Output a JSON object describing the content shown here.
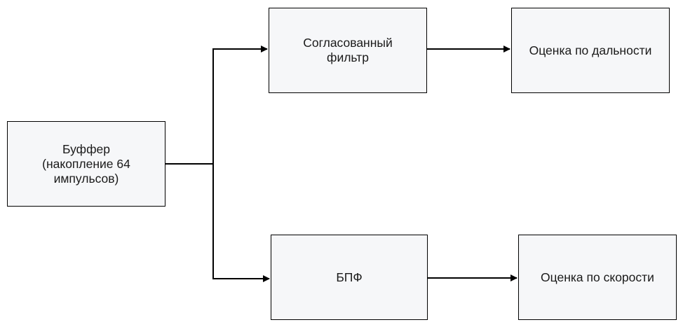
{
  "diagram": {
    "colors": {
      "node_fill": "#f6f7f9",
      "node_border": "#000000",
      "edge": "#000000",
      "text": "#1a1a1a"
    },
    "nodes": {
      "buffer": "Буффер\n(накопление 64\nимпульсов)",
      "matched_filter": "Согласованный\nфильтр",
      "range_estimate": "Оценка по дальности",
      "fft": "БПФ",
      "velocity_estimate": "Оценка по скорости"
    },
    "edges": [
      {
        "from": "buffer",
        "to": "matched_filter"
      },
      {
        "from": "buffer",
        "to": "fft"
      },
      {
        "from": "matched_filter",
        "to": "range_estimate"
      },
      {
        "from": "fft",
        "to": "velocity_estimate"
      }
    ]
  }
}
